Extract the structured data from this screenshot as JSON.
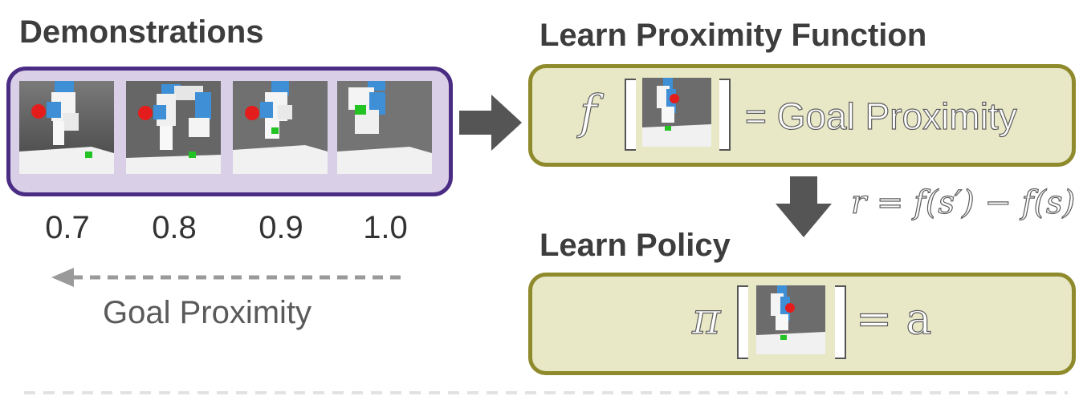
{
  "left": {
    "title": "Demonstrations",
    "proximity_values": [
      "0.7",
      "0.8",
      "0.9",
      "1.0"
    ],
    "arrow_label": "Goal Proximity"
  },
  "top_right": {
    "title": "Learn Proximity Function",
    "function_symbol": "f",
    "equals_text": "= Goal Proximity"
  },
  "reward": {
    "equation": "r = f(s′) − f(s)"
  },
  "bottom_right": {
    "title": "Learn Policy",
    "policy_symbol": "π",
    "equals_text": "= a"
  },
  "colors": {
    "demo_box_fill": "#d9cfe6",
    "demo_box_border": "#4b2c84",
    "olive_box_fill": "#e8e7c6",
    "olive_box_border": "#8f8a2c",
    "arrow": "#555555",
    "robot_blue": "#3f8fd6",
    "goal_red": "#e51c1c",
    "cube_green": "#22c322"
  },
  "icons": {
    "robot_thumbnail": "robot-arm-scene-icon",
    "process_arrow": "arrow-right-icon",
    "down_arrow": "arrow-down-icon",
    "dashed_arrow": "dashed-arrow-left-icon"
  }
}
